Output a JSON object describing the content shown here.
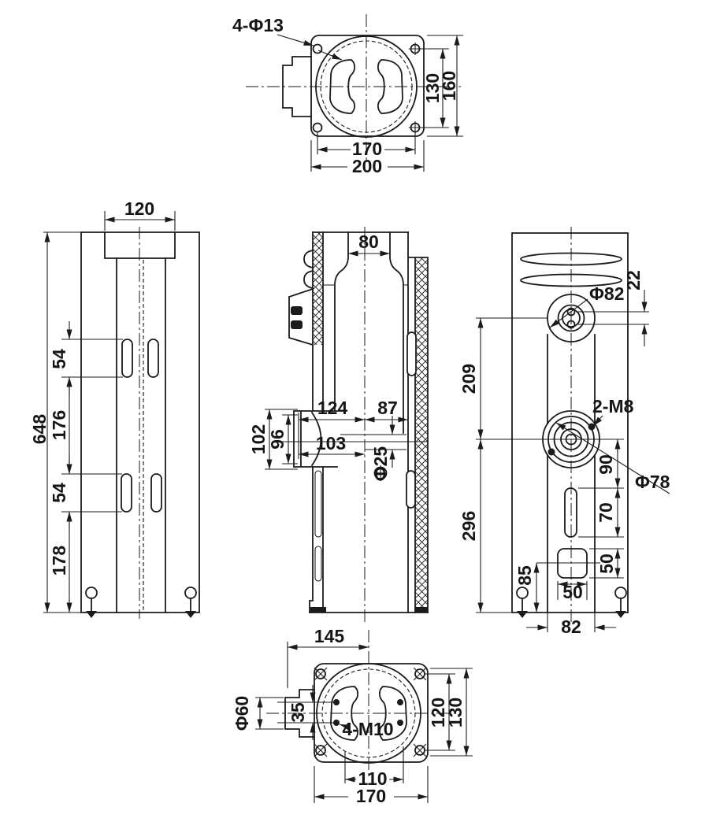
{
  "palette": {
    "line": "#1b1b1b",
    "background": "#ffffff",
    "text": "#151515"
  },
  "views": {
    "top": {
      "name": "top view",
      "labels": {
        "holes_callout": "4-Φ13",
        "d130": "130",
        "d160": "160",
        "d170": "170",
        "d200": "200"
      }
    },
    "left": {
      "name": "left side view",
      "labels": {
        "d120": "120",
        "d648": "648",
        "d54_upper": "54",
        "d176": "176",
        "d54_lower": "54",
        "d178": "178"
      }
    },
    "front_section": {
      "name": "front section view",
      "labels": {
        "d80": "80",
        "d124": "124",
        "d87": "87",
        "d102": "102",
        "d96": "96",
        "d103": "103",
        "dphi25": "Φ25"
      }
    },
    "right": {
      "name": "right side view",
      "labels": {
        "dphi82": "Φ82",
        "d22": "22",
        "d209": "209",
        "holes_callout": "2-M8",
        "d90": "90",
        "dphi78": "Φ78",
        "d296": "296",
        "d70": "70",
        "d50_v": "50",
        "d50_h": "50",
        "d85": "85",
        "d82": "82"
      }
    },
    "bottom": {
      "name": "bottom view",
      "labels": {
        "d145": "145",
        "dphi60": "Φ60",
        "d35": "35",
        "holes_callout": "4-M10",
        "d120": "120",
        "d130": "130",
        "d110": "110",
        "d170": "170"
      }
    }
  }
}
